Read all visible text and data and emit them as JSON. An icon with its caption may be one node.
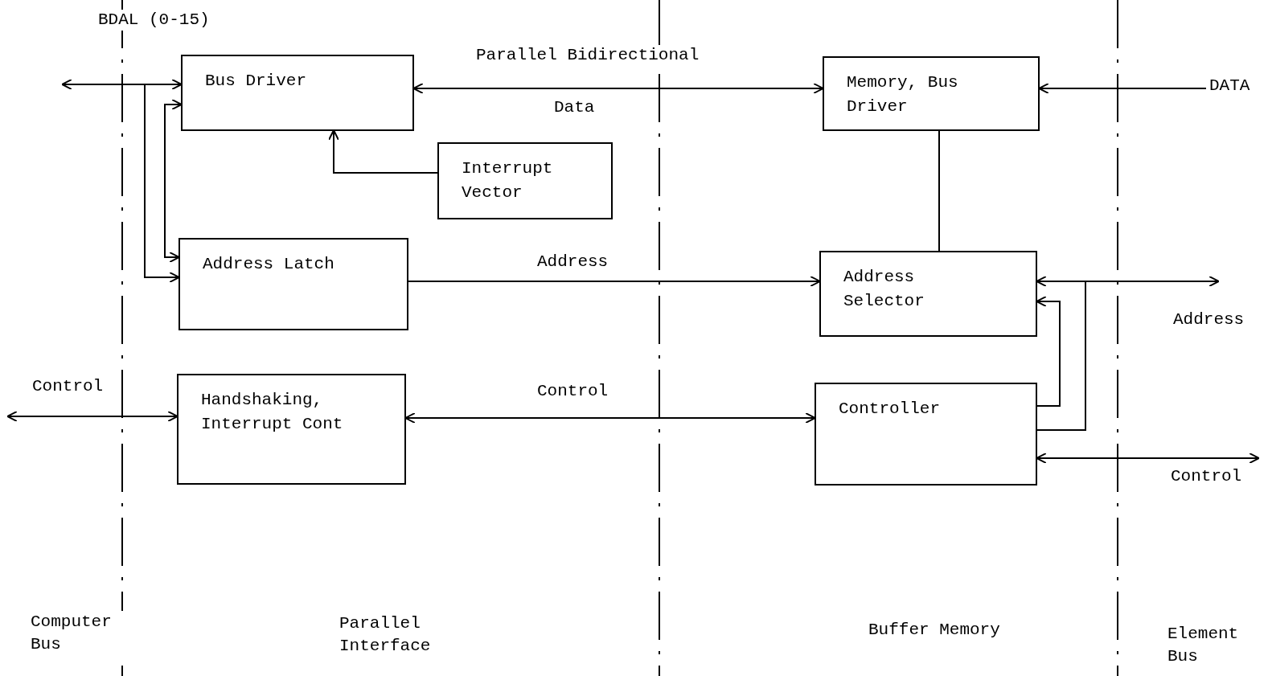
{
  "diagram": {
    "nodes": [
      {
        "text": [
          "Bus Driver"
        ]
      },
      {
        "text": [
          "Interrupt Vector"
        ]
      },
      {
        "text": [
          "Address Latch"
        ]
      },
      {
        "text": [
          "Handshaking, Interrupt Cont"
        ]
      },
      {
        "text": [
          "Memory, Bus Driver"
        ]
      },
      {
        "text": [
          "Address Selector"
        ]
      },
      {
        "text": [
          "Controller"
        ]
      }
    ],
    "edges": [
      {
        "from": null,
        "to": 0,
        "arrow": "both",
        "label": "BDAL (0-15)"
      },
      {
        "from": 0,
        "to": 2,
        "arrow": "both"
      },
      {
        "from": null,
        "to": 2,
        "arrow": "to"
      },
      {
        "from": 0,
        "to": 4,
        "arrow": "both",
        "label": "Parallel Bidirectional"
      },
      {
        "from": 1,
        "to": 0,
        "arrow": "to"
      },
      {
        "from": 4,
        "to": null,
        "arrow": "both",
        "label": "DATA"
      },
      {
        "from": 2,
        "to": 5,
        "arrow": "to",
        "label": "Address"
      },
      {
        "from": 4,
        "to": 5,
        "arrow": "none"
      },
      {
        "from": 5,
        "to": null,
        "arrow": "both",
        "label": "Address"
      },
      {
        "from": 6,
        "to": 5,
        "arrow": "to"
      },
      {
        "from": null,
        "to": 3,
        "arrow": "both",
        "label": "Control"
      },
      {
        "from": 3,
        "to": 6,
        "arrow": "both",
        "label": "Control"
      },
      {
        "from": 6,
        "to": null,
        "arrow": "both",
        "label": "Control"
      },
      {
        "from": 6,
        "to": null,
        "arrow": "none"
      }
    ],
    "labels": [
      "Data",
      "Computer Bus",
      "Parallel Interface",
      "Buffer Memory",
      "Element Bus"
    ]
  }
}
